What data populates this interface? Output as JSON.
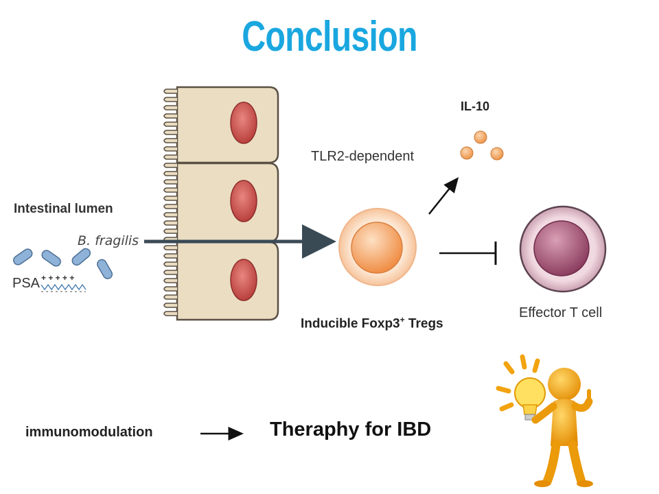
{
  "slide": {
    "title": "Conclusion"
  },
  "diagram": {
    "intestinal_lumen_label": "Intestinal lumen",
    "bacteria_label": "B. fragilis",
    "psa_label": "PSA",
    "psa_charges": "+ + + + +",
    "il10_label": "IL-10",
    "tlr2_label": "TLR2-dependent",
    "treg_label_main": "Inducible Foxp3",
    "treg_label_sup": "+",
    "treg_label_end": " Tregs",
    "effector_label": "Effector T cell"
  },
  "bottom": {
    "immunomodulation_label": "immunomodulation",
    "therapy_label": "Theraphy for IBD"
  },
  "colors": {
    "title": "#1aa7e0",
    "epithelium_fill": "#ebddc2",
    "nucleus": "#c8504c",
    "bacteria": "#8fb2d8",
    "arrow": "#3a4a55",
    "treg": "#f3a061",
    "effector": "#8a3b5c",
    "il10": "#f1a35f",
    "figure": "#f2a30f"
  },
  "icons": {
    "lightbulb_figure": "lightbulb-figure-icon"
  }
}
